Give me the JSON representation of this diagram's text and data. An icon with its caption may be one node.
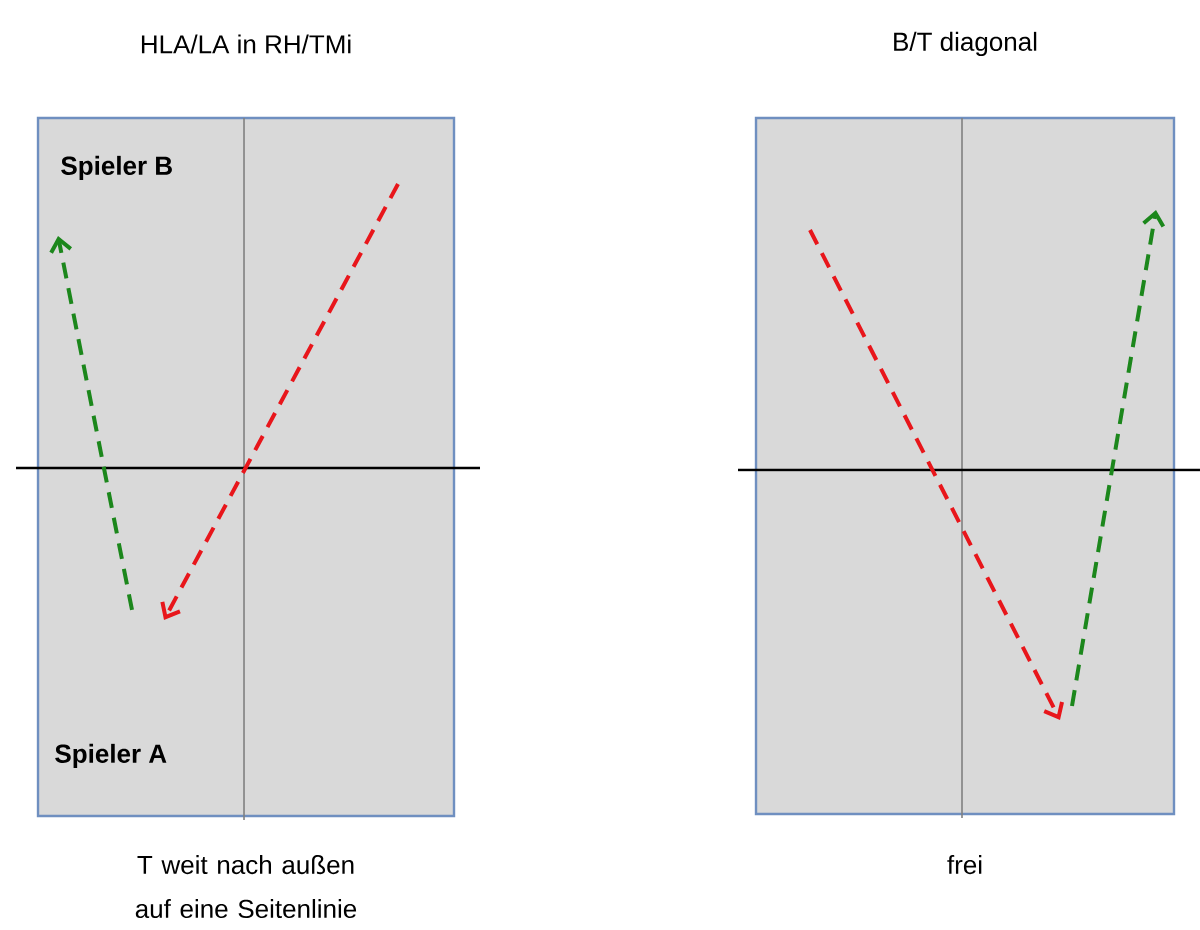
{
  "diagram": {
    "nodes": [
      {
        "text": [
          "HLA/LA in RH/TMi"
        ],
        "beside": [
          "T weit nach außen auf eine Seitenlinie"
        ]
      },
      {
        "text": [
          "B/T diagonal"
        ],
        "beside": [
          "frei"
        ]
      }
    ],
    "labels": [
      "Spieler B",
      "Spieler A"
    ]
  }
}
